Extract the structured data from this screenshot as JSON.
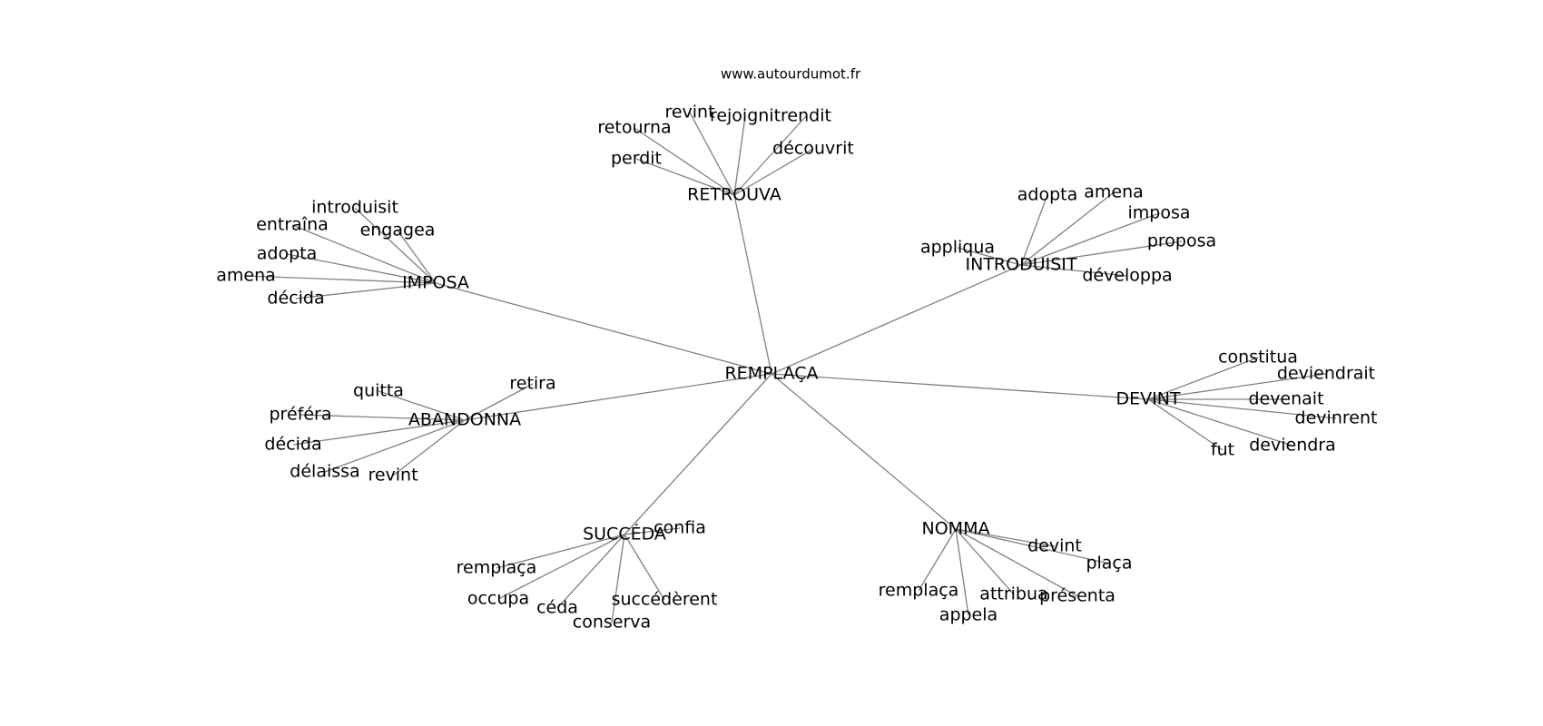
{
  "source": "www.autourdumot.fr",
  "center": "REMPLAÇA",
  "clusters": [
    {
      "hub": "RETROUVA",
      "words": [
        "revint",
        "rejoignit",
        "rendit",
        "retourna",
        "découvrit",
        "perdit"
      ]
    },
    {
      "hub": "INTRODUISIT",
      "words": [
        "adopta",
        "amena",
        "imposa",
        "proposa",
        "appliqua",
        "développa"
      ]
    },
    {
      "hub": "IMPOSA",
      "words": [
        "introduisit",
        "entraîna",
        "engagea",
        "adopta",
        "amena",
        "décida"
      ]
    },
    {
      "hub": "DEVINT",
      "words": [
        "constitua",
        "deviendrait",
        "devenait",
        "devinrent",
        "fut",
        "deviendra"
      ]
    },
    {
      "hub": "ABANDONNA",
      "words": [
        "quitta",
        "retira",
        "préféra",
        "décida",
        "délaissa",
        "revint"
      ]
    },
    {
      "hub": "SUCCÉDA",
      "words": [
        "confia",
        "remplaça",
        "occupa",
        "céda",
        "succédèrent",
        "conserva"
      ]
    },
    {
      "hub": "NOMMA",
      "words": [
        "devint",
        "plaça",
        "remplaça",
        "attribua",
        "présenta",
        "appela"
      ]
    }
  ]
}
